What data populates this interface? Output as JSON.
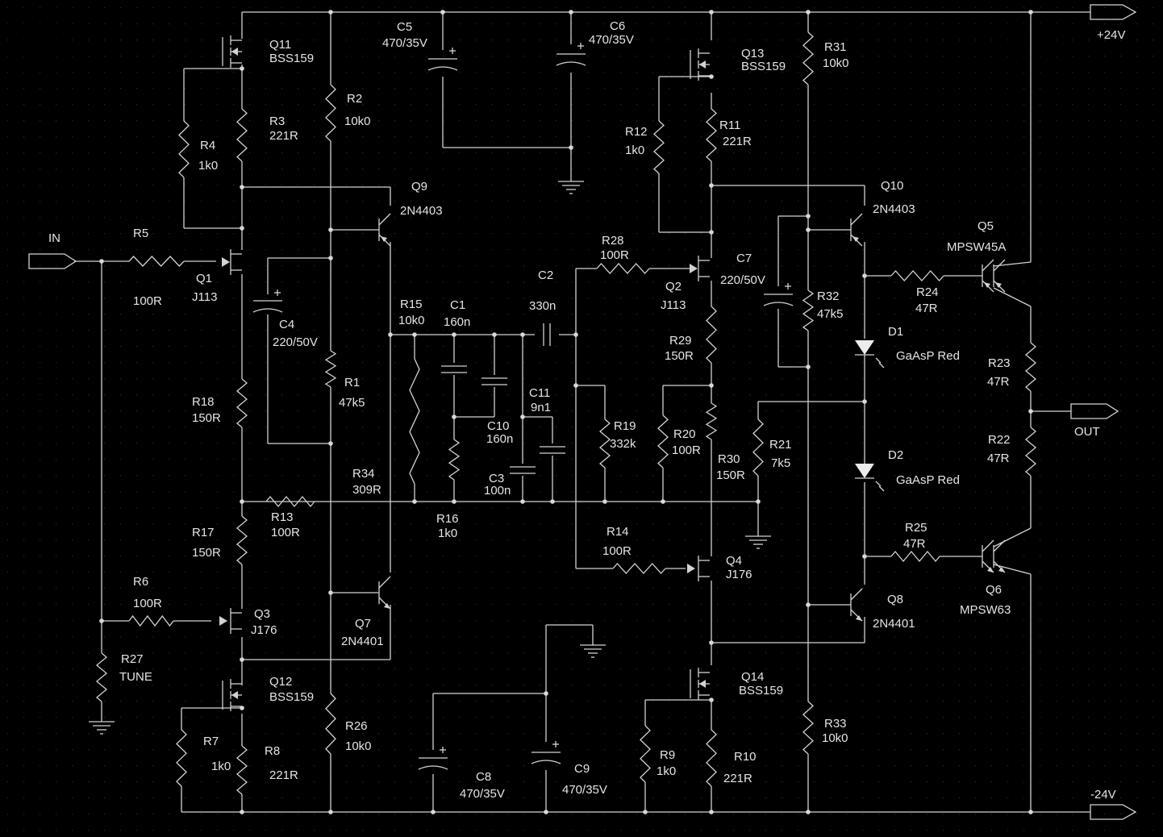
{
  "ports": {
    "in": "IN",
    "out": "OUT",
    "pos_rail": "+24V",
    "neg_rail": "-24V"
  },
  "components": [
    {
      "ref": "Q11",
      "value": "BSS159"
    },
    {
      "ref": "Q13",
      "value": "BSS159"
    },
    {
      "ref": "Q12",
      "value": "BSS159"
    },
    {
      "ref": "Q14",
      "value": "BSS159"
    },
    {
      "ref": "Q1",
      "value": "J113"
    },
    {
      "ref": "Q2",
      "value": "J113"
    },
    {
      "ref": "Q3",
      "value": "J176"
    },
    {
      "ref": "Q4",
      "value": "J176"
    },
    {
      "ref": "Q9",
      "value": "2N4403"
    },
    {
      "ref": "Q10",
      "value": "2N4403"
    },
    {
      "ref": "Q7",
      "value": "2N4401"
    },
    {
      "ref": "Q8",
      "value": "2N4401"
    },
    {
      "ref": "Q5",
      "value": "MPSW45A"
    },
    {
      "ref": "Q6",
      "value": "MPSW63"
    },
    {
      "ref": "D1",
      "value": "GaAsP Red"
    },
    {
      "ref": "D2",
      "value": "GaAsP Red"
    },
    {
      "ref": "C5",
      "value": "470/35V"
    },
    {
      "ref": "C6",
      "value": "470/35V"
    },
    {
      "ref": "C8",
      "value": "470/35V"
    },
    {
      "ref": "C9",
      "value": "470/35V"
    },
    {
      "ref": "C4",
      "value": "220/50V"
    },
    {
      "ref": "C7",
      "value": "220/50V"
    },
    {
      "ref": "C1",
      "value": "160n"
    },
    {
      "ref": "C10",
      "value": "160n"
    },
    {
      "ref": "C2",
      "value": "330n"
    },
    {
      "ref": "C3",
      "value": "100n"
    },
    {
      "ref": "C11",
      "value": "9n1"
    },
    {
      "ref": "R1",
      "value": "47k5"
    },
    {
      "ref": "R2",
      "value": "10k0"
    },
    {
      "ref": "R3",
      "value": "221R"
    },
    {
      "ref": "R4",
      "value": "1k0"
    },
    {
      "ref": "R5",
      "value": "100R"
    },
    {
      "ref": "R6",
      "value": "100R"
    },
    {
      "ref": "R7",
      "value": "1k0"
    },
    {
      "ref": "R8",
      "value": "221R"
    },
    {
      "ref": "R9",
      "value": "1k0"
    },
    {
      "ref": "R10",
      "value": "221R"
    },
    {
      "ref": "R11",
      "value": "221R"
    },
    {
      "ref": "R12",
      "value": "1k0"
    },
    {
      "ref": "R13",
      "value": "100R"
    },
    {
      "ref": "R14",
      "value": "100R"
    },
    {
      "ref": "R15",
      "value": "10k0"
    },
    {
      "ref": "R16",
      "value": "1k0"
    },
    {
      "ref": "R17",
      "value": "150R"
    },
    {
      "ref": "R18",
      "value": "150R"
    },
    {
      "ref": "R19",
      "value": "332k"
    },
    {
      "ref": "R20",
      "value": "100R"
    },
    {
      "ref": "R21",
      "value": "7k5"
    },
    {
      "ref": "R22",
      "value": "47R"
    },
    {
      "ref": "R23",
      "value": "47R"
    },
    {
      "ref": "R24",
      "value": "47R"
    },
    {
      "ref": "R25",
      "value": "47R"
    },
    {
      "ref": "R26",
      "value": "10k0"
    },
    {
      "ref": "R27",
      "value": "TUNE"
    },
    {
      "ref": "R28",
      "value": "100R"
    },
    {
      "ref": "R29",
      "value": "150R"
    },
    {
      "ref": "R30",
      "value": "150R"
    },
    {
      "ref": "R31",
      "value": "10k0"
    },
    {
      "ref": "R32",
      "value": "47k5"
    },
    {
      "ref": "R33",
      "value": "10k0"
    },
    {
      "ref": "R34",
      "value": "309R"
    }
  ]
}
